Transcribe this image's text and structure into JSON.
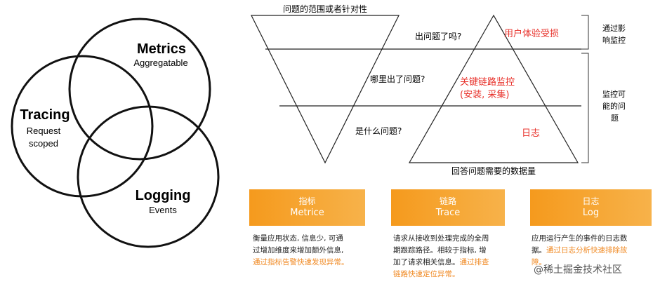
{
  "venn": {
    "metrics": {
      "title": "Metrics",
      "subtitle": "Aggregatable"
    },
    "tracing": {
      "title": "Tracing",
      "subtitle_line1": "Request",
      "subtitle_line2": "scoped"
    },
    "logging": {
      "title": "Logging",
      "subtitle": "Events"
    }
  },
  "funnel": {
    "top_label": "问题的范围或者针对性",
    "bottom_label": "回答问题需要的数据量",
    "questions": [
      "出问题了吗?",
      "哪里出了问题?",
      "是什么问题?"
    ],
    "red_labels": {
      "level1": "用户体验受损",
      "level2_line1": "关键链路监控",
      "level2_line2": "(安装, 采集)",
      "level3": "日志"
    },
    "side_labels": {
      "group1_line1": "通过影",
      "group1_line2": "响监控",
      "group2_line1": "监控可",
      "group2_line2": "能的问",
      "group2_line3": "题"
    }
  },
  "cards": [
    {
      "title_cn": "指标",
      "title_en": "Metrice",
      "desc_lines": [
        "衡量应用状态, 信息少, 可通",
        "过增加维度来增加额外信息,"
      ],
      "highlight_lines": [
        "通过指标告警快速发现异常。"
      ]
    },
    {
      "title_cn": "链路",
      "title_en": "Trace",
      "desc_lines": [
        "请求从接收到处理完成的全周",
        "期跟踪路径。相较于指标, 增",
        "加了请求相关信息。"
      ],
      "highlight_inline": "通过排查",
      "highlight_lines": [
        "链路快速定位异常。"
      ]
    },
    {
      "title_cn": "日志",
      "title_en": "Log",
      "desc_lines": [
        "应用运行产生的事件的日志数",
        "据。"
      ],
      "highlight_inline": "通过日志分析快速排除故",
      "highlight_lines": [
        "障。"
      ]
    }
  ],
  "watermark": "@稀土掘金技术社区",
  "colors": {
    "accent_red": "#e8322b",
    "orange": "#f59a1d",
    "highlight": "#f08a24"
  }
}
